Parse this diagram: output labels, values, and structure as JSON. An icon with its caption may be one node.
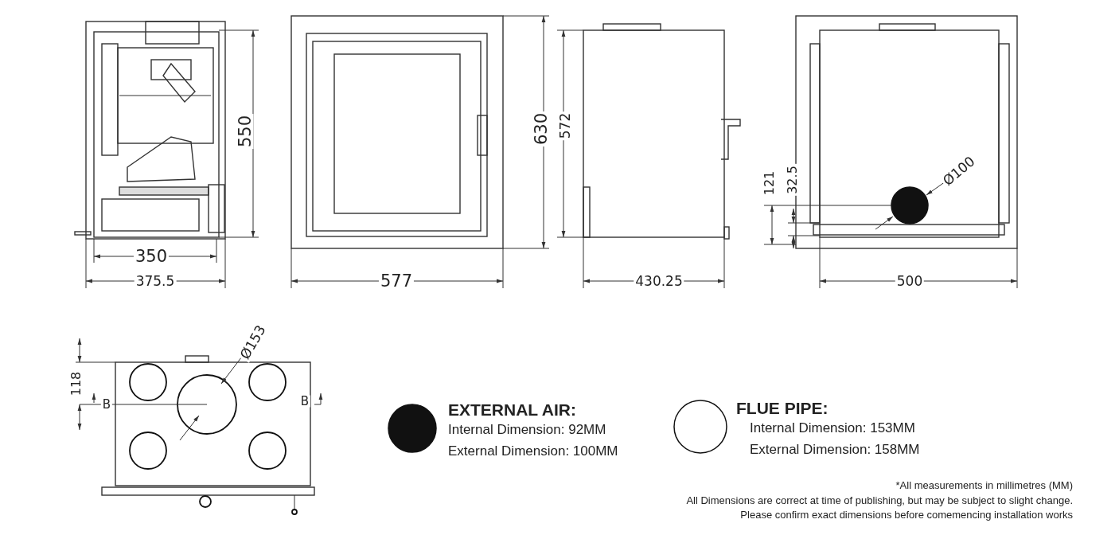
{
  "diagram": {
    "labels": [
      "550",
      "350",
      "375.5",
      "630",
      "577",
      "572",
      "430.25",
      "Ø100",
      "121",
      "32.5",
      "500",
      "Ø153",
      "118",
      "B",
      "B",
      "Internal Dimension: 92MM",
      "External Dimension: 100MM",
      "Internal Dimension: 153MM",
      "External Dimension: 158MM",
      "*All measurements in millimetres (MM)",
      "All Dimensions are correct at time of publishing, but may be subject to slight change.",
      "Please confirm exact dimensions before comemencing installation works"
    ],
    "legend": [
      {
        "text": "EXTERNAL AIR:",
        "color": "#111111"
      },
      {
        "text": "FLUE PIPE:",
        "color": "#ffffff"
      }
    ]
  }
}
